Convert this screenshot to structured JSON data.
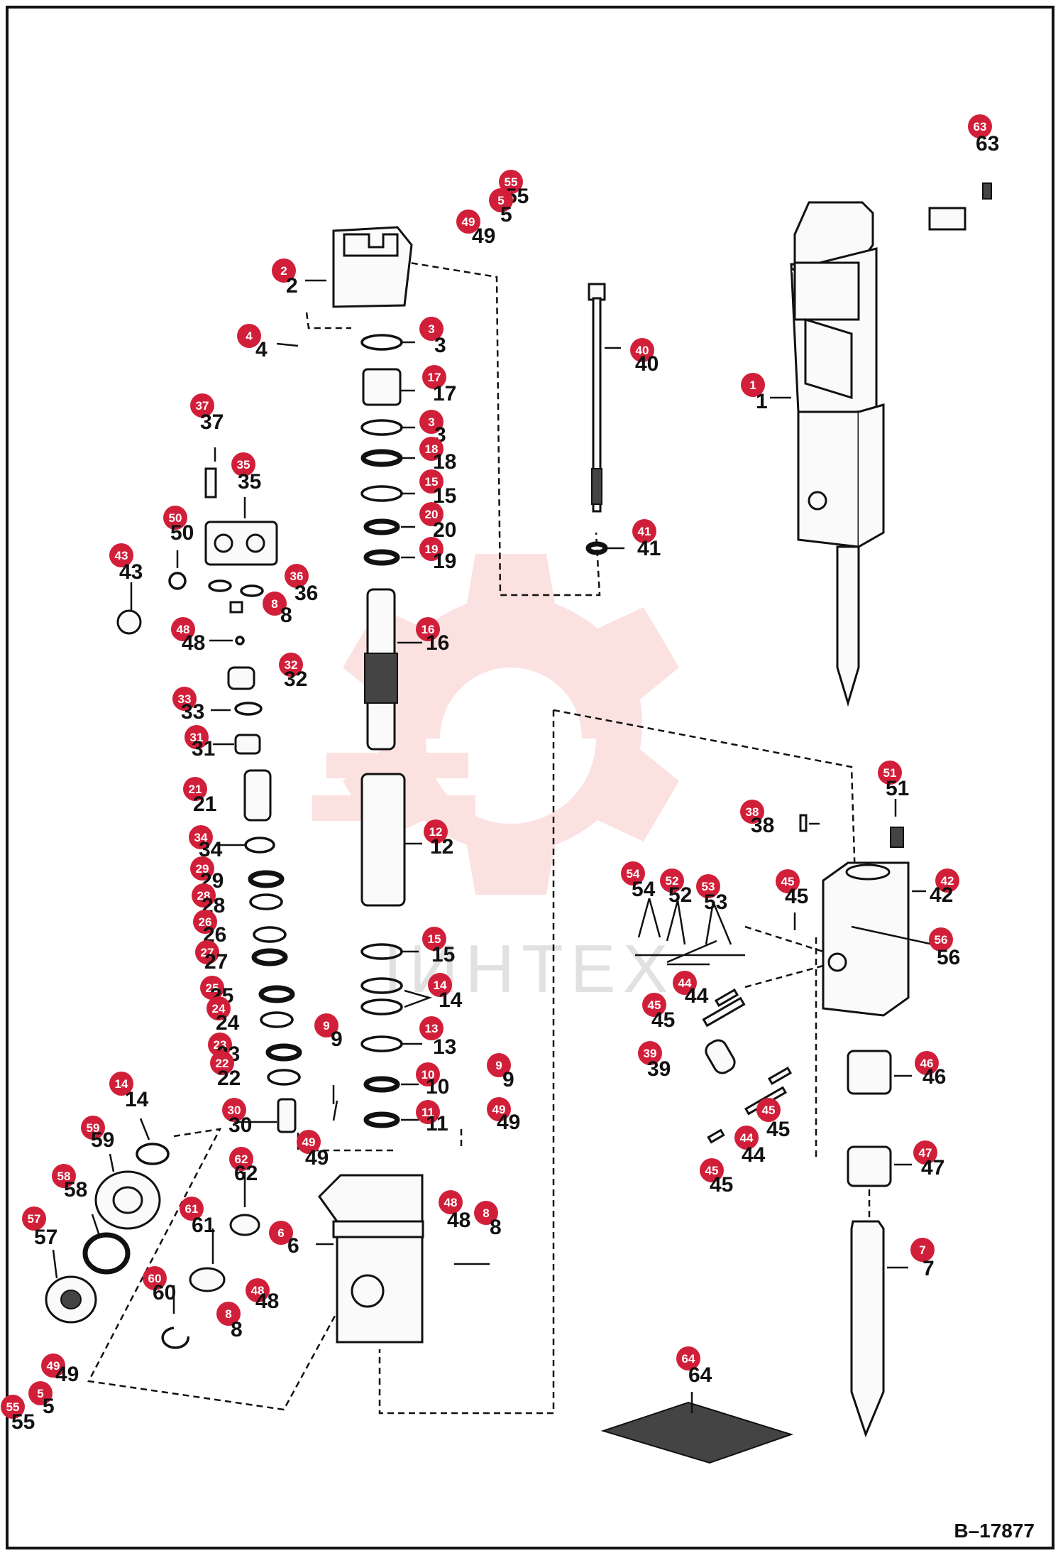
{
  "figure_ref": "B–17877",
  "watermark": "IИHTEX",
  "colors": {
    "callout": "#d11f3a",
    "watermark": "#e53935",
    "line": "#111111"
  },
  "callouts": [
    "63",
    "55",
    "5",
    "49",
    "2",
    "4",
    "3",
    "17",
    "18",
    "15",
    "20",
    "19",
    "16",
    "12",
    "14",
    "13",
    "10",
    "11",
    "9",
    "37",
    "35",
    "50",
    "43",
    "36",
    "8",
    "48",
    "32",
    "33",
    "31",
    "21",
    "34",
    "29",
    "28",
    "26",
    "27",
    "25",
    "24",
    "23",
    "22",
    "30",
    "59",
    "58",
    "57",
    "62",
    "61",
    "60",
    "6",
    "40",
    "41",
    "1",
    "51",
    "38",
    "54",
    "52",
    "53",
    "45",
    "42",
    "56",
    "44",
    "39",
    "46",
    "47",
    "7",
    "64"
  ]
}
